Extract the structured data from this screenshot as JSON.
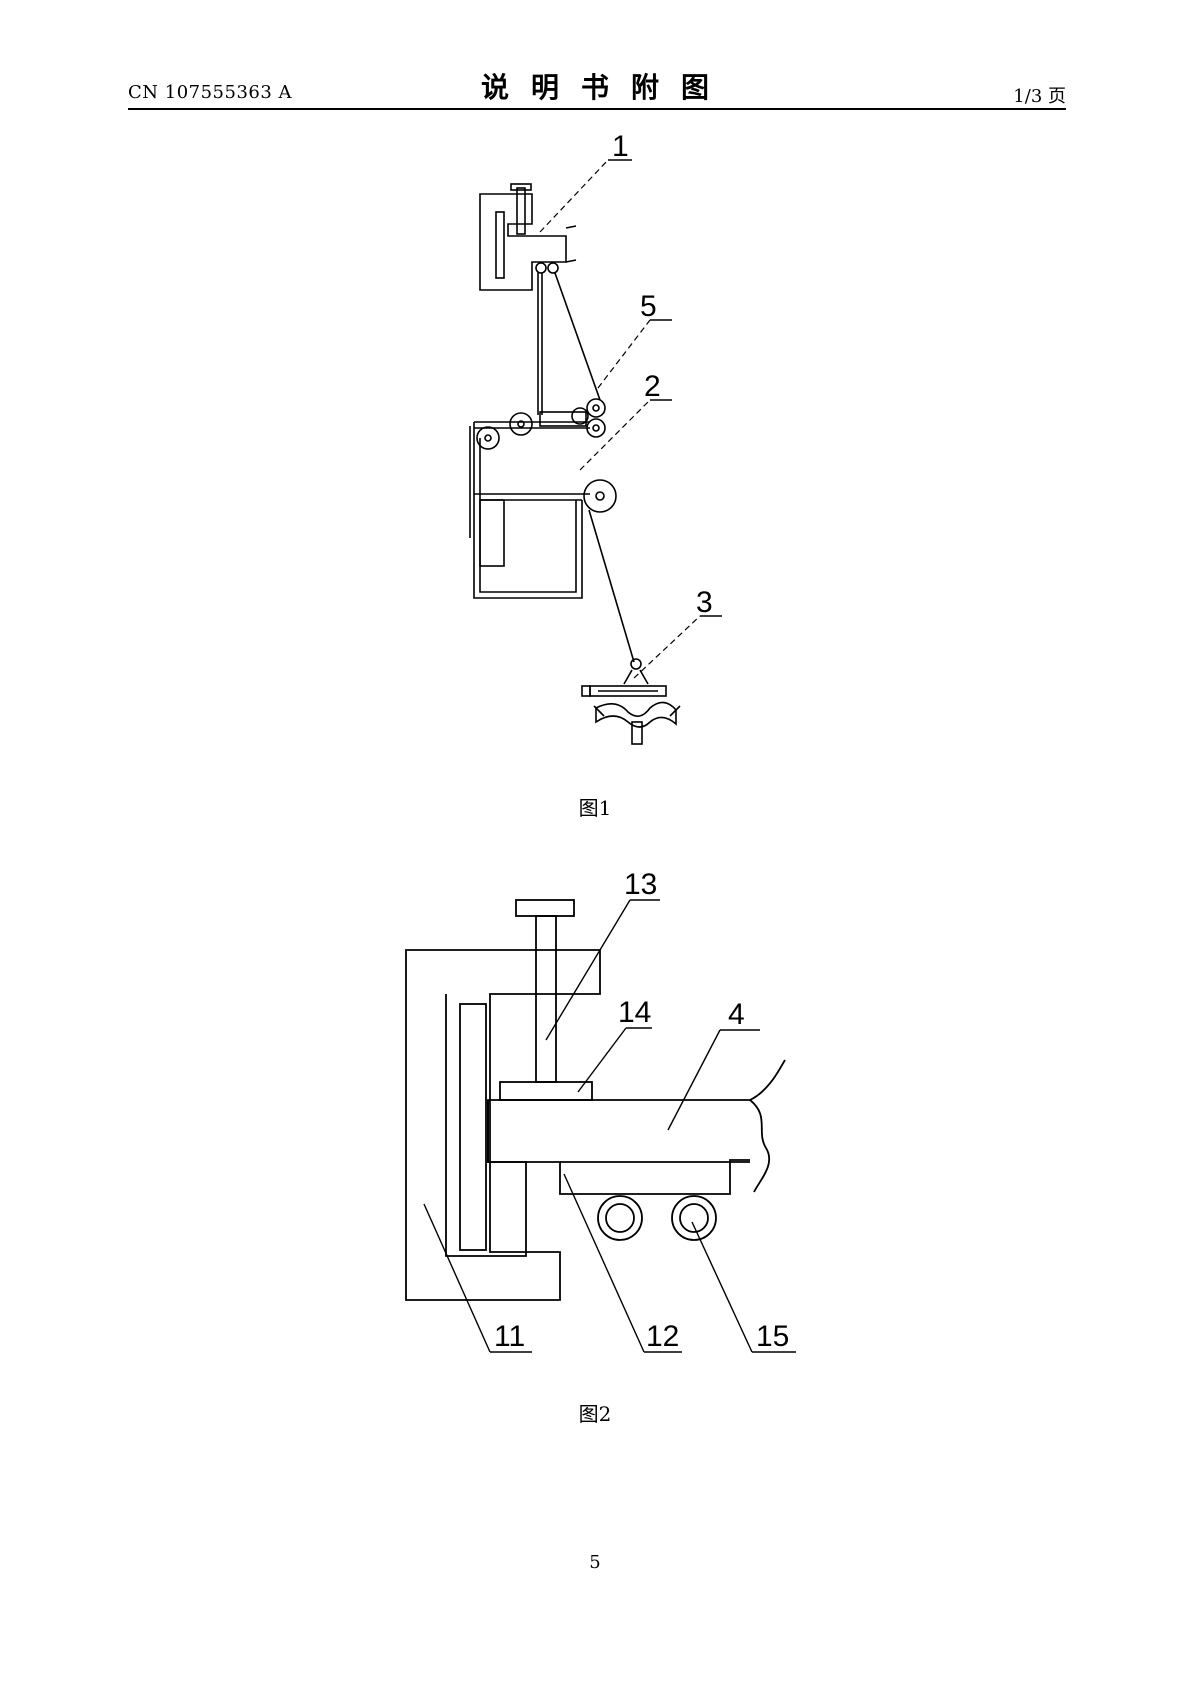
{
  "header": {
    "doc_number": "CN 107555363 A",
    "title": "说明书附图",
    "page_of": "1/3 页"
  },
  "figure1": {
    "caption": "图1",
    "labels": [
      "1",
      "5",
      "2",
      "3"
    ]
  },
  "figure2": {
    "caption": "图2",
    "labels": [
      "13",
      "14",
      "4",
      "11",
      "12",
      "15"
    ]
  },
  "footer": {
    "page_number": "5"
  }
}
